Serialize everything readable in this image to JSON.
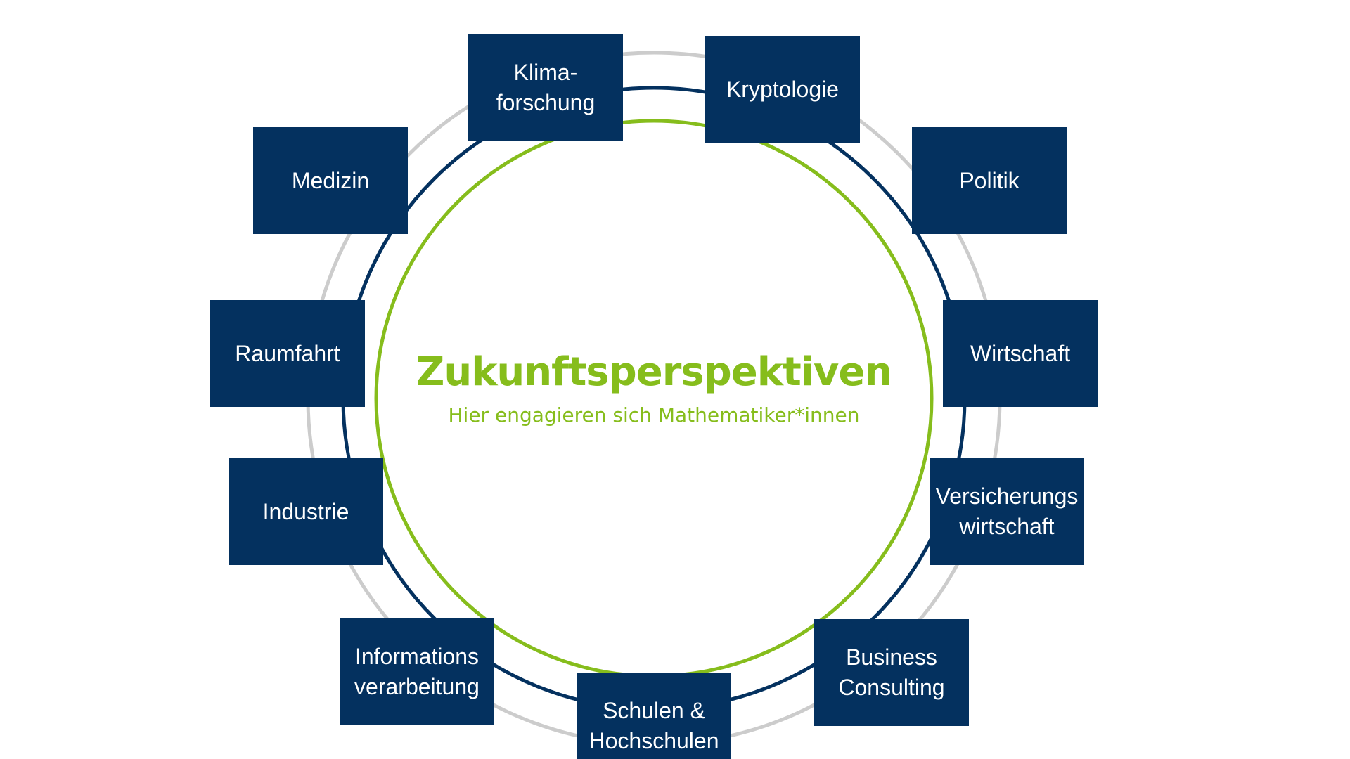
{
  "diagram": {
    "title": "Zukunftsperspektiven",
    "subtitle": "Hier engagieren sich Mathematiker*innen",
    "nodes": [
      {
        "label": "Klima-\nforschung"
      },
      {
        "label": "Kryptologie"
      },
      {
        "label": "Politik"
      },
      {
        "label": "Wirtschaft"
      },
      {
        "label": "Versicherungs\nwirtschaft"
      },
      {
        "label": "Business\nConsulting"
      },
      {
        "label": "Schulen &\nHochschulen"
      },
      {
        "label": "Informations\nverarbeitung"
      },
      {
        "label": "Industrie"
      },
      {
        "label": "Raumfahrt"
      },
      {
        "label": "Medizin"
      }
    ]
  },
  "colors": {
    "node_fill": "#04315f",
    "accent_green": "#86bd1c",
    "ring_navy": "#04315f",
    "ring_gray": "#cccccc"
  }
}
